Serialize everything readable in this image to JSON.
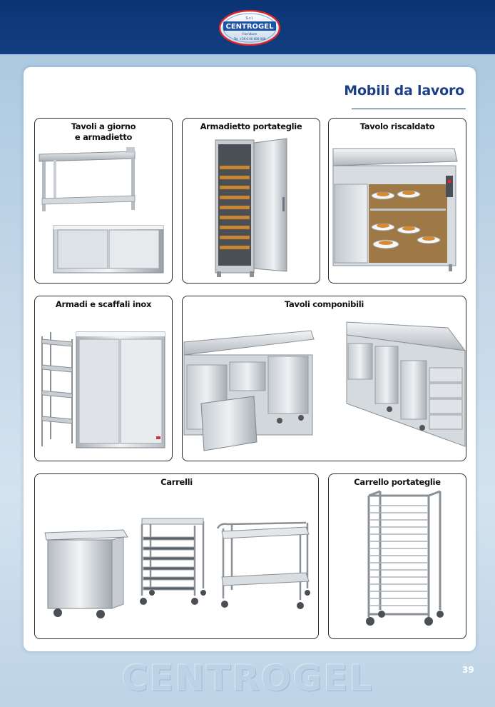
{
  "header": {
    "logo": {
      "top_text": "S.r.l.",
      "brand": "CENTROGEL",
      "sub_text": "Forniture",
      "phone": "Tel. +39 0 00 000 000"
    }
  },
  "page": {
    "title": "Mobili da lavoro",
    "page_number": "39",
    "watermark": "CENTROGEL"
  },
  "products": [
    {
      "label_line1": "Tavoli a giorno",
      "label_line2": "e armadietto"
    },
    {
      "label_line1": "Armadietto portateglie",
      "label_line2": ""
    },
    {
      "label_line1": "Tavolo riscaldato",
      "label_line2": ""
    },
    {
      "label_line1": "Armadi e scaffali inox",
      "label_line2": ""
    },
    {
      "label_line1": "Tavoli componibili",
      "label_line2": ""
    },
    {
      "label_line1": "Carrelli",
      "label_line2": ""
    },
    {
      "label_line1": "Carrello portateglie",
      "label_line2": ""
    }
  ],
  "colors": {
    "header_blue": "#0b3474",
    "title_blue": "#1d3f88",
    "logo_red": "#d8262c"
  }
}
